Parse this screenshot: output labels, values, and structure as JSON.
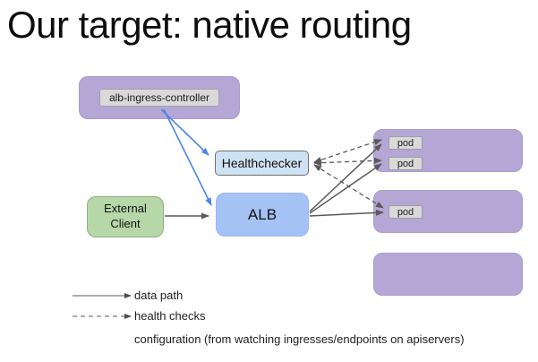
{
  "slide": {
    "title": "Our target: native routing"
  },
  "nodes": {
    "ingress_controller": {
      "label": "alb-ingress-controller",
      "shape": "purple rounded box with gray inner label"
    },
    "healthchecker": {
      "label": "Healthchecker",
      "shape": "light blue rounded box"
    },
    "alb": {
      "label": "ALB",
      "shape": "blue rounded box"
    },
    "external_client": {
      "label": "External Client",
      "shape": "green rounded box"
    },
    "pod_labels": [
      "pod",
      "pod",
      "pod"
    ],
    "pod_groups": [
      "group with pod 1 and pod 2",
      "group with pod 3",
      "empty group"
    ]
  },
  "edges": [
    {
      "from": "alb-ingress-controller",
      "to": "Healthchecker",
      "type": "configuration",
      "style": "solid blue arrow"
    },
    {
      "from": "alb-ingress-controller",
      "to": "ALB",
      "type": "configuration",
      "style": "solid blue arrow"
    },
    {
      "from": "External Client",
      "to": "ALB",
      "type": "data path",
      "style": "solid gray arrow"
    },
    {
      "from": "ALB",
      "to": "pod 1",
      "type": "data path",
      "style": "solid gray arrow"
    },
    {
      "from": "ALB",
      "to": "pod 2",
      "type": "data path",
      "style": "solid gray arrow"
    },
    {
      "from": "ALB",
      "to": "pod 3",
      "type": "data path",
      "style": "solid gray arrow"
    },
    {
      "from": "Healthchecker",
      "to": "pod 1",
      "type": "health checks",
      "style": "dashed gray arrow, heads both ends"
    },
    {
      "from": "Healthchecker",
      "to": "pod 2",
      "type": "health checks",
      "style": "dashed gray arrow, heads both ends"
    },
    {
      "from": "Healthchecker",
      "to": "pod 3",
      "type": "health checks",
      "style": "dashed gray arrow, heads both ends"
    }
  ],
  "legend": {
    "data_path": "data path",
    "health_checks": "health checks",
    "configuration": "configuration (from watching ingresses/endpoints on apiservers)"
  },
  "colors": {
    "node_purple": "#b4a7d6",
    "node_green": "#b6d7a8",
    "node_light_blue": "#cfe2f3",
    "node_blue": "#a4c2f4",
    "inner_label_gray": "#d9d9d9",
    "arrow_blue": "#4a86e8",
    "arrow_gray": "#595959",
    "background": "#ffffff",
    "title_text": "#0d0d0d"
  }
}
